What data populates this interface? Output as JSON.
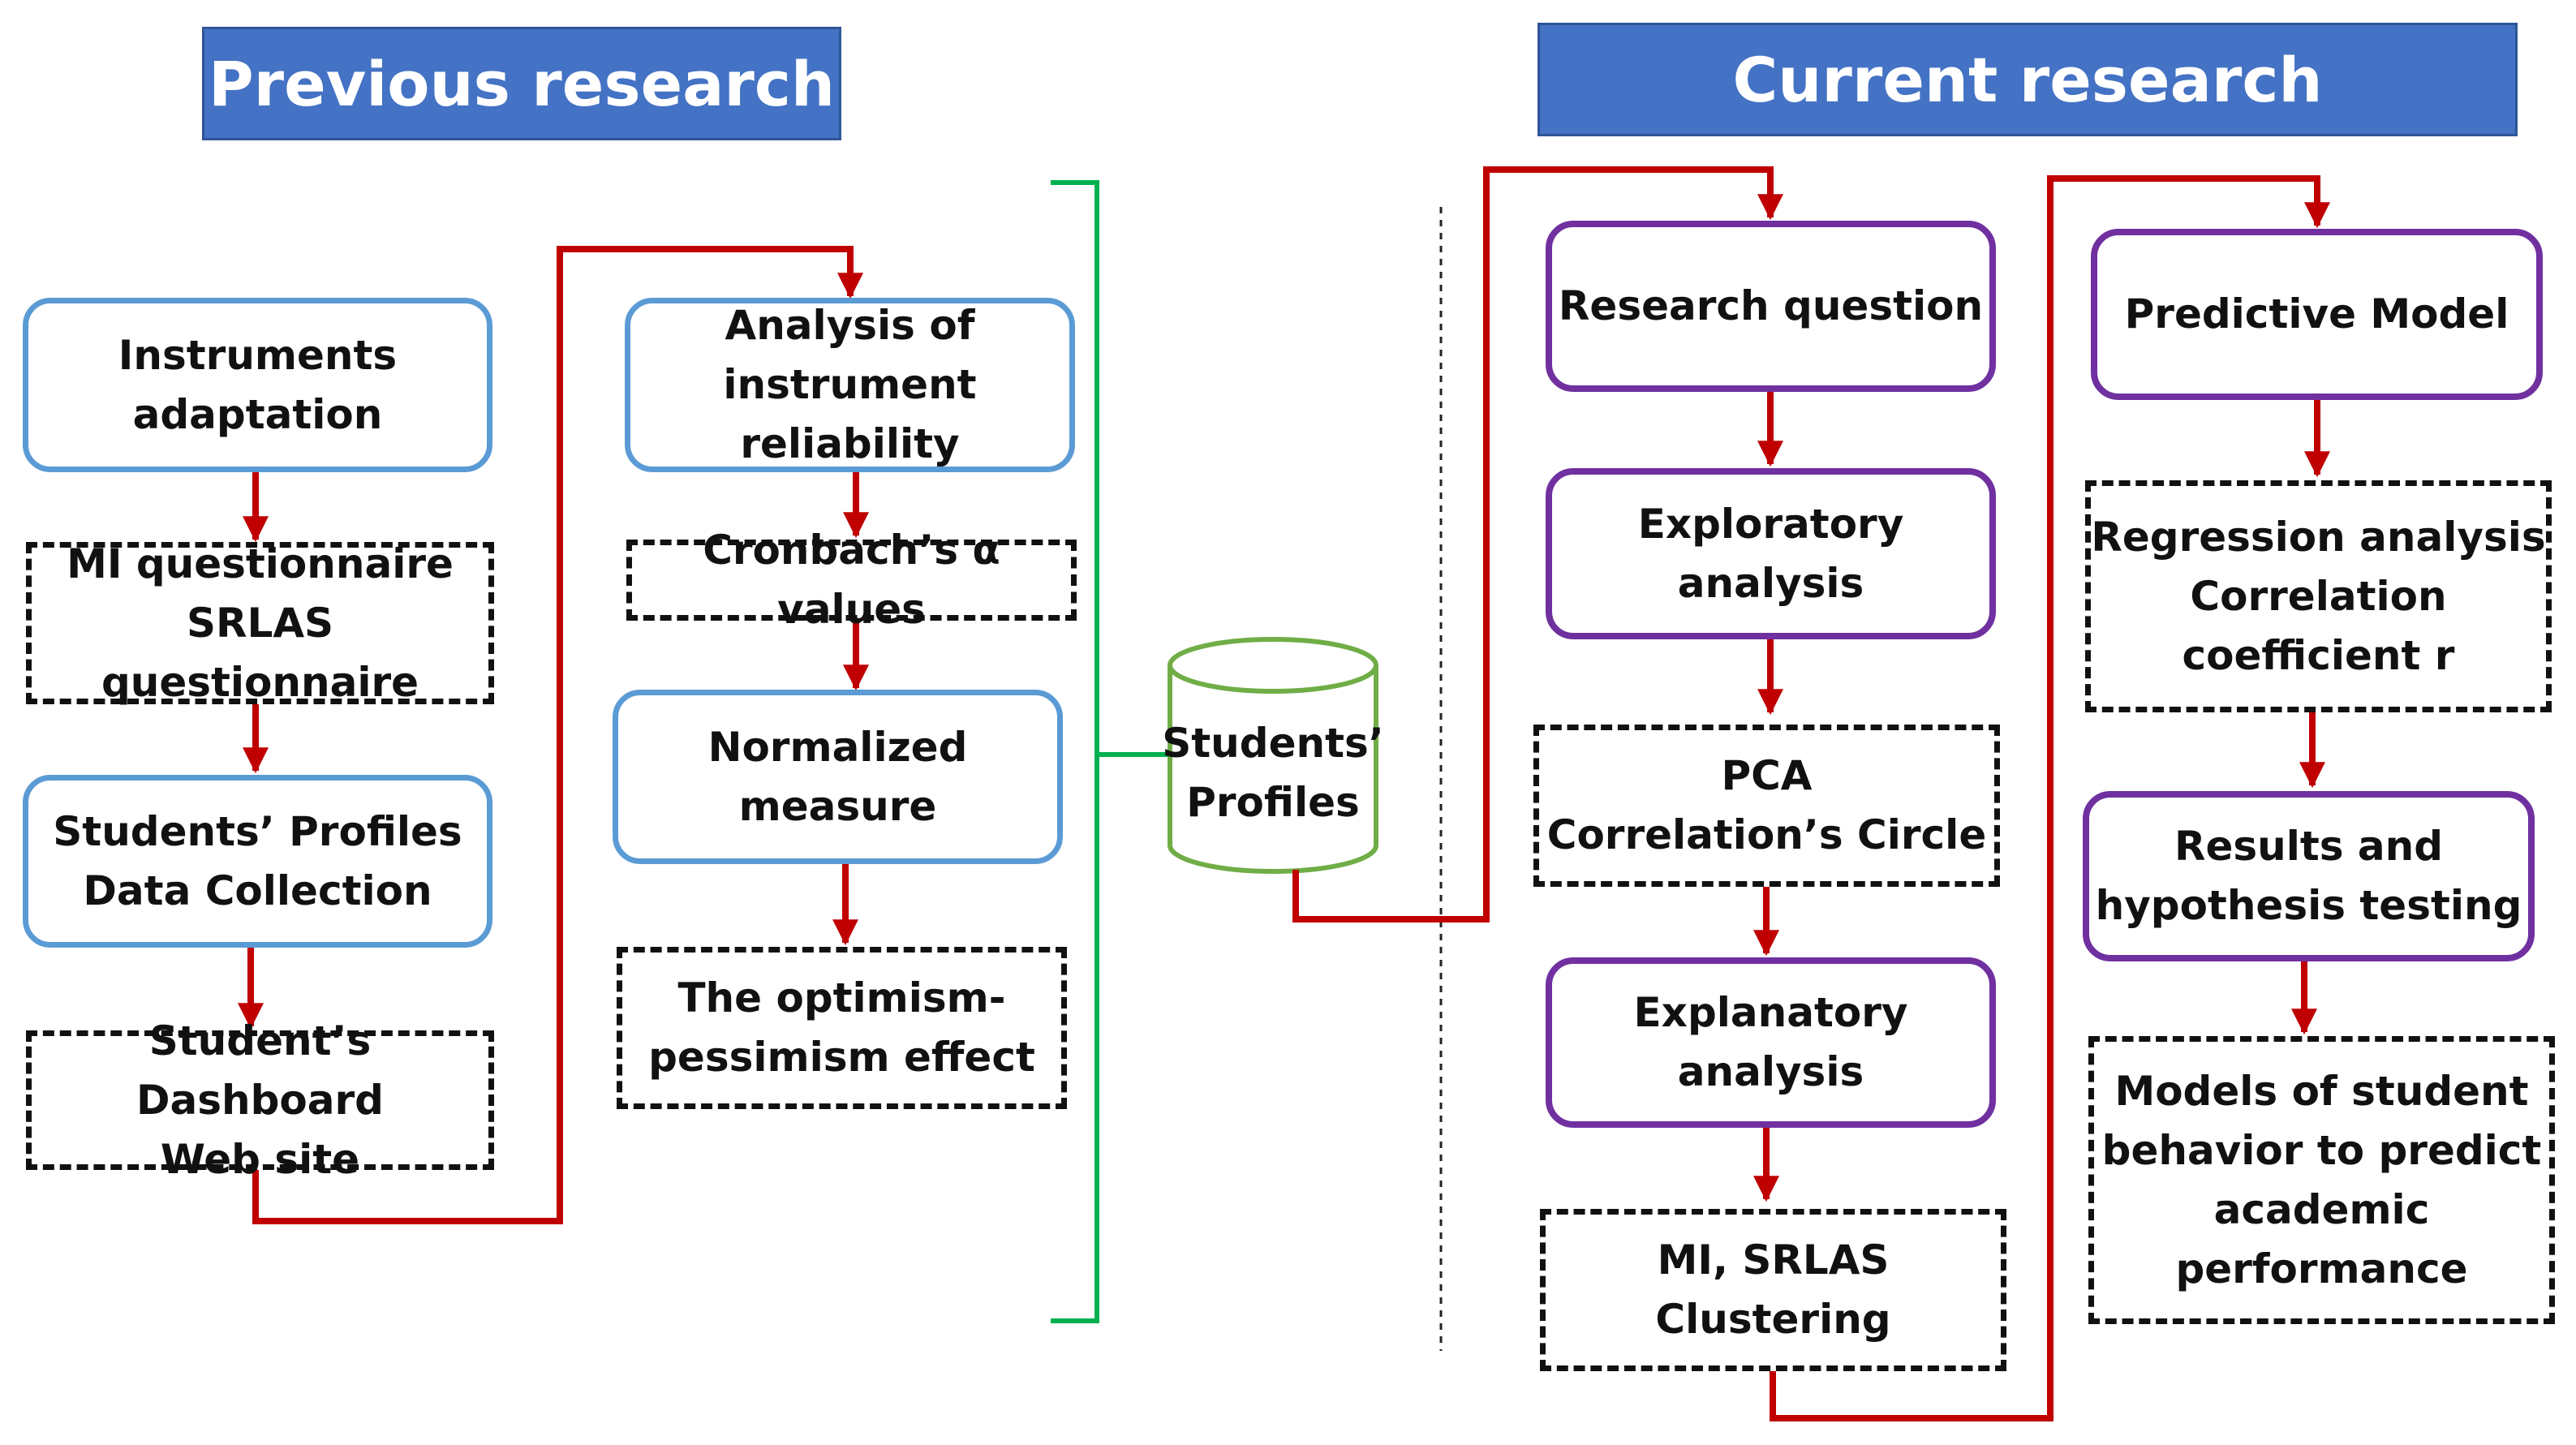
{
  "headers": {
    "previous": "Previous research",
    "current": "Current research"
  },
  "colors": {
    "banner_fill": "#4472c4",
    "blue_border": "#5b9bd5",
    "purple_border": "#7030a0",
    "arrow_red": "#c00000",
    "bracket_green": "#00b050",
    "cylinder_green": "#70ad47"
  },
  "previous": {
    "instruments_adaptation": "Instruments\nadaptation",
    "questionnaires": "MI questionnaire\nSRLAS questionnaire",
    "profiles_collection": "Students’ Profiles\nData Collection",
    "dashboard": "Student’s Dashboard\nWeb site",
    "reliability": "Analysis of\ninstrument\nreliability",
    "cronbach": "Cronbach’s α values",
    "normalized": "Normalized\nmeasure",
    "optimism": "The optimism-\npessimism effect"
  },
  "database": {
    "label": "Students’\nProfiles"
  },
  "current": {
    "research_question": "Research question",
    "exploratory": "Exploratory\nanalysis",
    "pca": "PCA\nCorrelation’s Circle",
    "explanatory": "Explanatory\nanalysis",
    "clustering": "MI, SRLAS Clustering",
    "predictive": "Predictive Model",
    "regression": "Regression analysis\nCorrelation\ncoefficient r",
    "results": "Results and\nhypothesis testing",
    "models": "Models of student\nbehavior to predict\nacademic\nperformance"
  }
}
